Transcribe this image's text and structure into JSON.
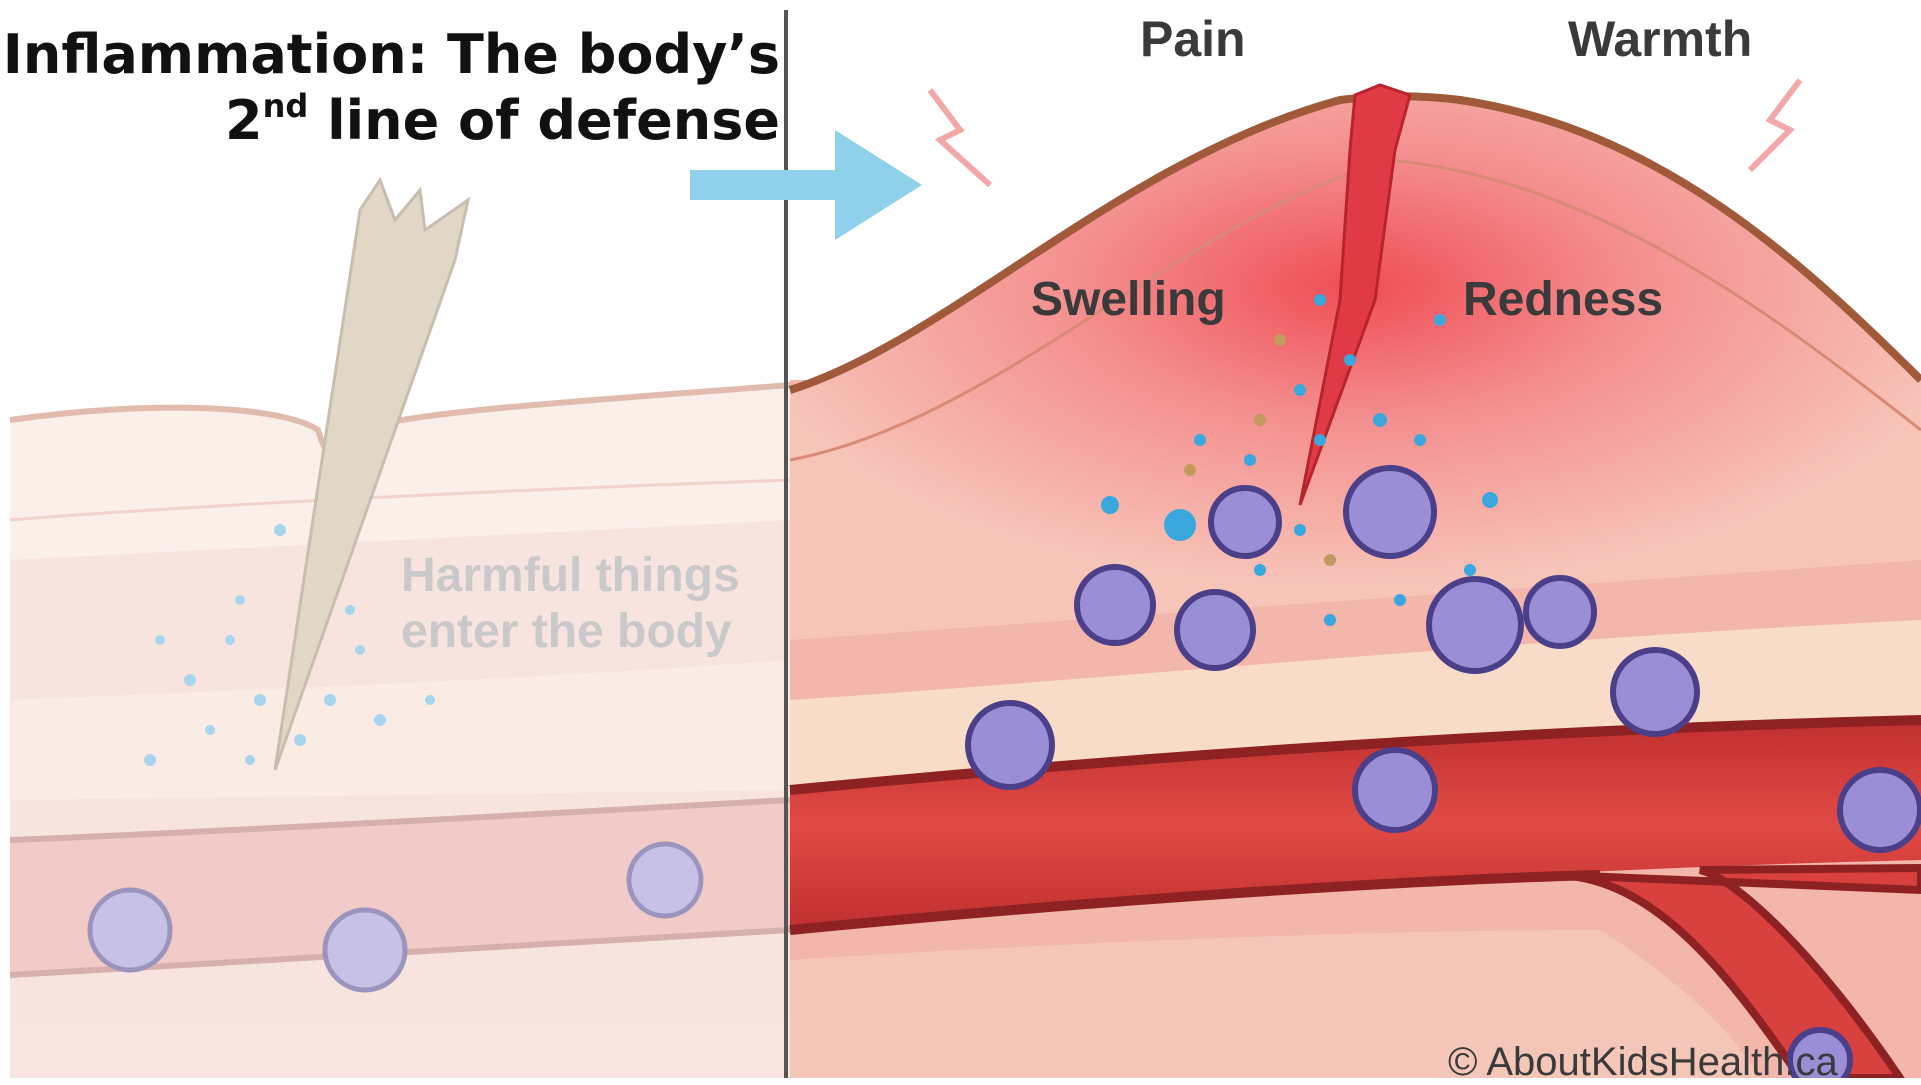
{
  "title": {
    "line1": "Inflammation: The body’s",
    "line2_prefix": "2",
    "line2_sup": "nd",
    "line2_rest": " line of defense"
  },
  "labels": {
    "pain": "Pain",
    "warmth": "Warmth",
    "swelling": "Swelling",
    "redness": "Redness",
    "harmful_line1": "Harmful things",
    "harmful_line2": "enter the body"
  },
  "credit": "© AboutKidsHealth.ca",
  "colors": {
    "skin_light": "#f6dcd3",
    "skin_inflamed": "#f3b8ad",
    "skin_outline": "#a05a3a",
    "vessel": "#d9423e",
    "vessel_dark": "#8e2222",
    "cell": "#9a8fd6",
    "cell_outline": "#4b3f8a",
    "particle": "#5fb3df",
    "arrow": "#8fd0ea",
    "divider": "#555555"
  }
}
